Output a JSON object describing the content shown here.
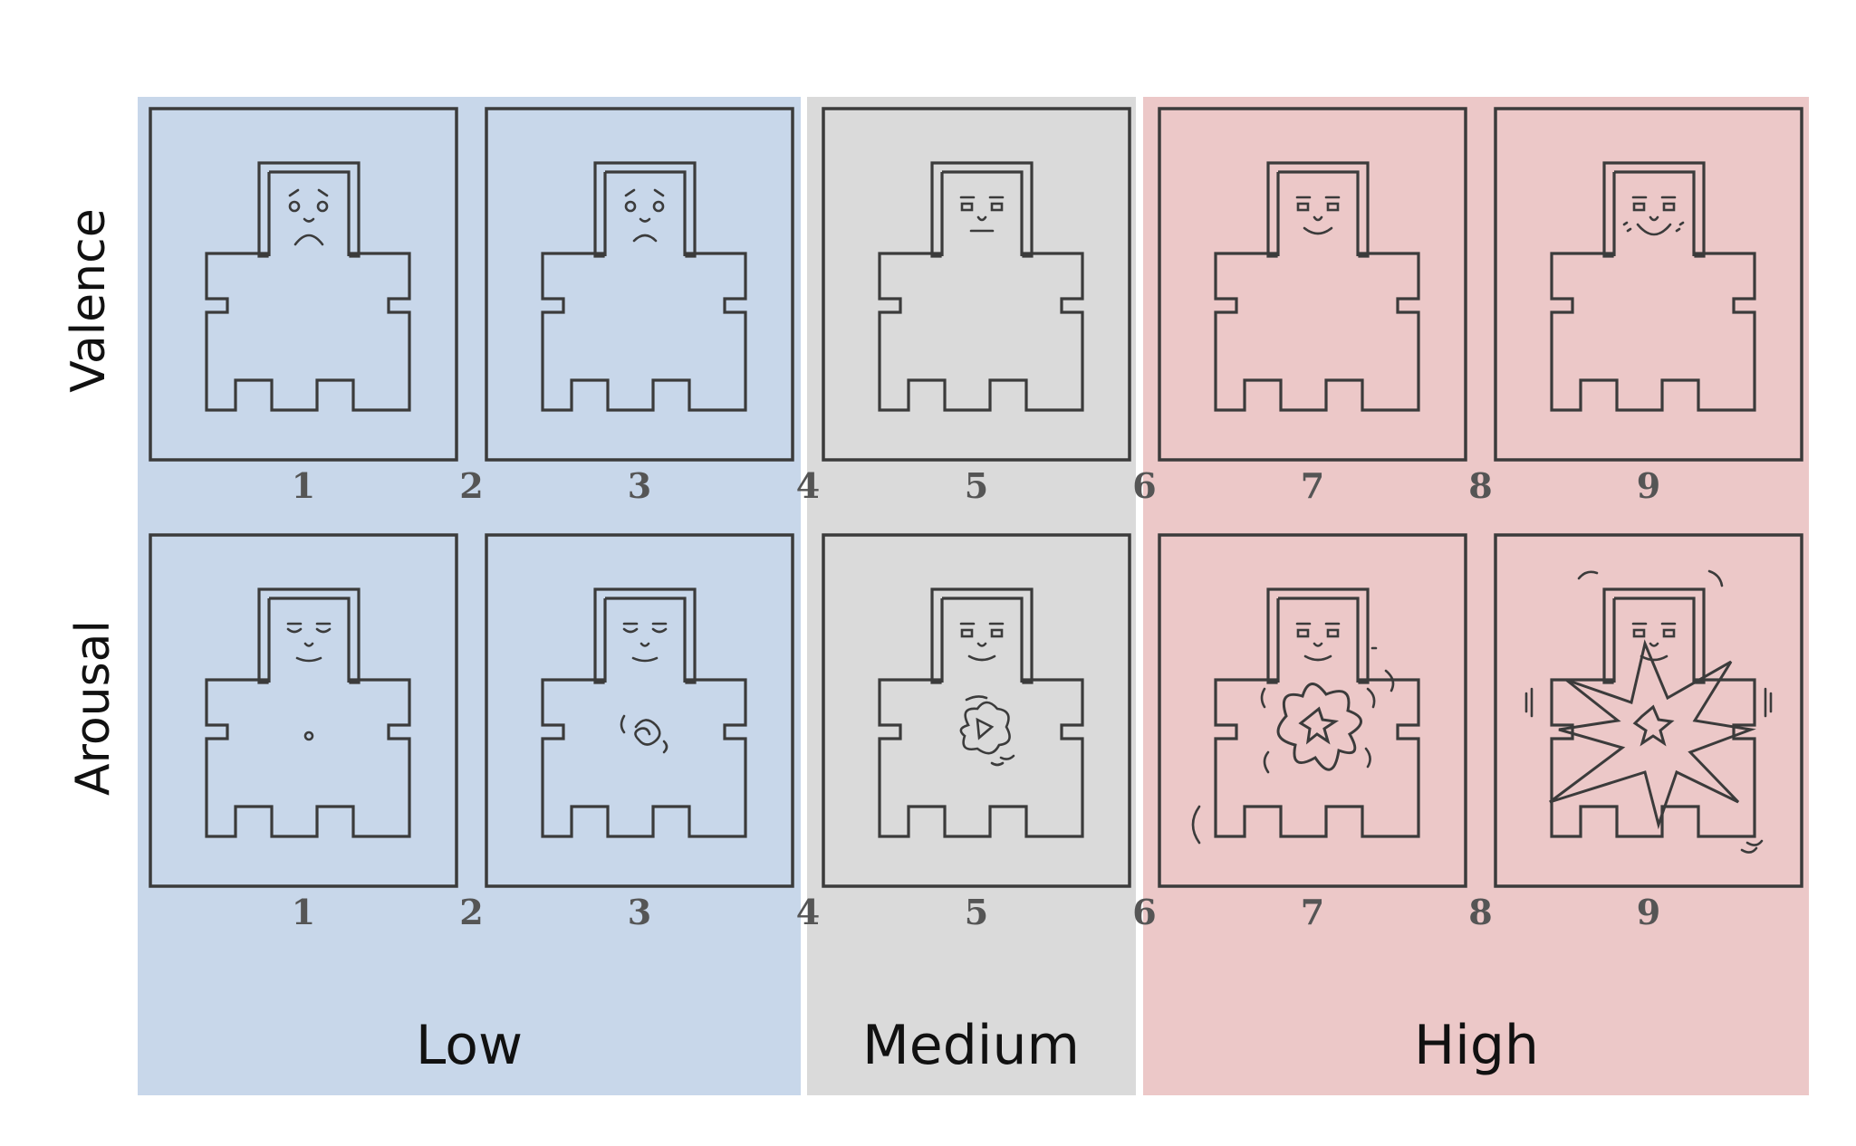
{
  "colors": {
    "low": "#c8d7ea",
    "medium": "#dadada",
    "high": "#ecc8c8",
    "line": "#3b3b3b",
    "number": "#555555"
  },
  "bands": [
    {
      "label": "Low"
    },
    {
      "label": "Medium"
    },
    {
      "label": "High"
    }
  ],
  "rows": [
    {
      "label": "Valence",
      "panel_numbers": [
        "1",
        "3",
        "5",
        "7",
        "9"
      ],
      "between_numbers": [
        "2",
        "4",
        "6",
        "8"
      ],
      "faces": [
        "very-sad",
        "sad",
        "neutral",
        "happy",
        "very-happy"
      ]
    },
    {
      "label": "Arousal",
      "panel_numbers": [
        "1",
        "3",
        "5",
        "7",
        "9"
      ],
      "between_numbers": [
        "2",
        "4",
        "6",
        "8"
      ],
      "faces": [
        "calm-dot",
        "small-swirl",
        "medium-swirl",
        "burst",
        "explosion"
      ]
    }
  ]
}
